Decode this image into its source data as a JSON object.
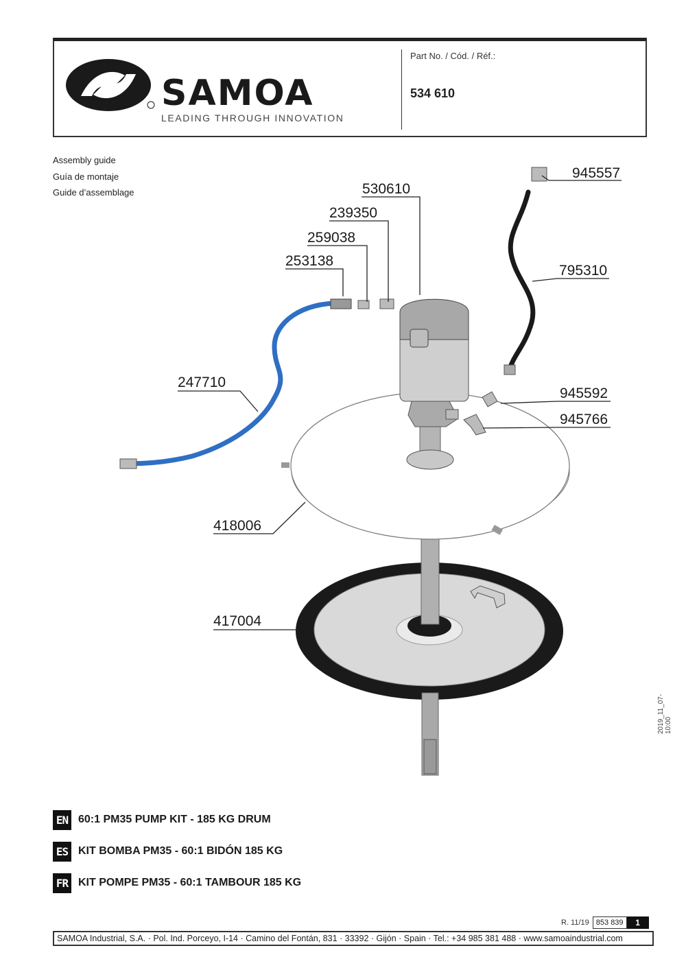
{
  "header": {
    "brand": "SAMOA",
    "tagline": "LEADING THROUGH INNOVATION",
    "registered_mark": "®",
    "part_no_label": "Part No. / Cód. / Réf.:",
    "part_no_value": "534 610"
  },
  "guide": {
    "en": "Assembly guide",
    "es": "Guía de montaje",
    "fr": "Guide d’assemblage"
  },
  "parts": {
    "p945557": "945557",
    "p530610": "530610",
    "p239350": "239350",
    "p259038": "259038",
    "p253138": "253138",
    "p795310": "795310",
    "p247710": "247710",
    "p945592": "945592",
    "p945766": "945766",
    "p418006": "418006",
    "p417004": "417004"
  },
  "date_code": "2019_11_07-10:00",
  "titles": [
    {
      "code": "EN",
      "text": "60:1 PM35 PUMP KIT - 185 KG DRUM"
    },
    {
      "code": "ES",
      "text": "KIT BOMBA PM35 - 60:1 BIDÓN 185 KG"
    },
    {
      "code": "FR",
      "text": "KIT POMPE PM35 - 60:1 TAMBOUR 185 KG"
    }
  ],
  "footer": {
    "revision": "R. 11/19",
    "doc_code": "853 839",
    "page": "1",
    "address": "SAMOA Industrial, S.A. · Pol. Ind. Porceyo,  I-14 · Camino del Fontán, 831 · 33392 ·  Gijón · Spain · Tel.: +34 985 381 488 · www.samoaindustrial.com"
  },
  "colors": {
    "blue_hose": "#2f6fc4",
    "black_hose": "#1a1a1a",
    "metal": "#b8b8b8"
  }
}
